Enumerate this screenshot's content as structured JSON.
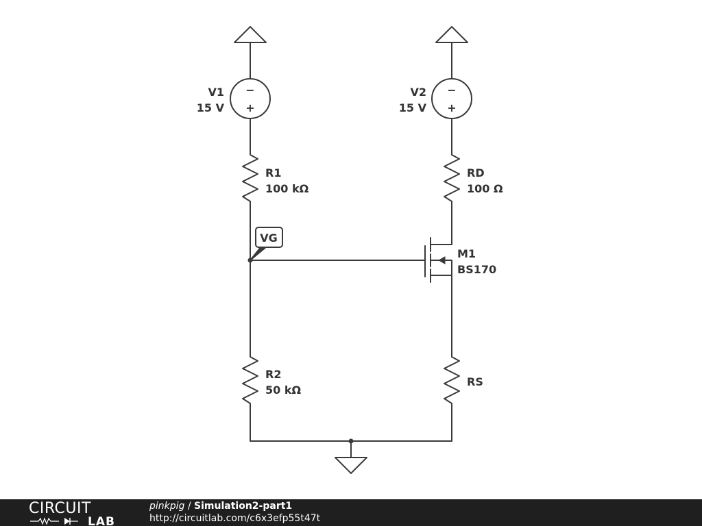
{
  "components": {
    "v1": {
      "name": "V1",
      "value": "15 V",
      "minus": "−",
      "plus": "+"
    },
    "v2": {
      "name": "V2",
      "value": "15 V",
      "minus": "−",
      "plus": "+"
    },
    "r1": {
      "name": "R1",
      "value": "100 kΩ"
    },
    "rd": {
      "name": "RD",
      "value": "100 Ω"
    },
    "m1": {
      "name": "M1",
      "value": "BS170"
    },
    "r2": {
      "name": "R2",
      "value": "50 kΩ"
    },
    "rs": {
      "name": "RS"
    }
  },
  "probe": {
    "label": "VG"
  },
  "footer": {
    "logo_top": "CIRCUIT",
    "logo_bottom": "LAB",
    "author": "pinkpig",
    "separator": " / ",
    "circuit_name": "Simulation2-part1",
    "url": "http://circuitlab.com/c6x3efp55t47t"
  }
}
